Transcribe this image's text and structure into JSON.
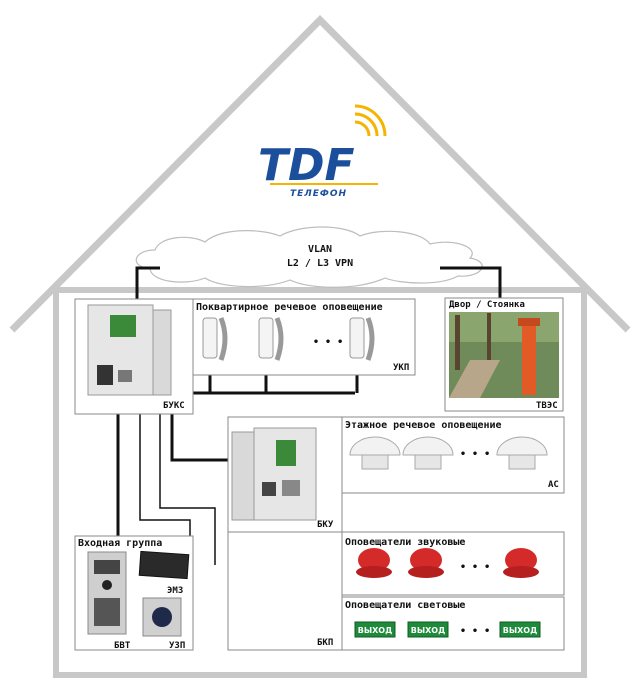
{
  "logo": {
    "brand": "TDF",
    "tagline": "ТЕЛЕФОН"
  },
  "cloud": {
    "line1": "VLAN",
    "line2": "L2 / L3 VPN"
  },
  "sections": {
    "apartment": "Поквартирное речевое оповещение",
    "yard": "Двор / Стоянка",
    "floor": "Этажное речевое оповещение",
    "entrance": "Входная группа",
    "sound": "Оповещатели звуковые",
    "light": "Оповещатели световые"
  },
  "devices": {
    "buks": "БУКС",
    "ukp": "УКП",
    "tves": "ТВЭС",
    "bku": "БКУ",
    "as": "АС",
    "emz": "ЭМЗ",
    "uzp": "УЗП",
    "bvt": "БВТ",
    "bkp": "БКП"
  },
  "ellipsis": "• • •",
  "exit_sign": "ВЫХОД",
  "colors": {
    "house": "#c8c8c8",
    "logo_blue": "#1b4f9c",
    "logo_yellow": "#f4b400",
    "alarm_red": "#d42a2a",
    "exit_green": "#1e8a3a"
  }
}
